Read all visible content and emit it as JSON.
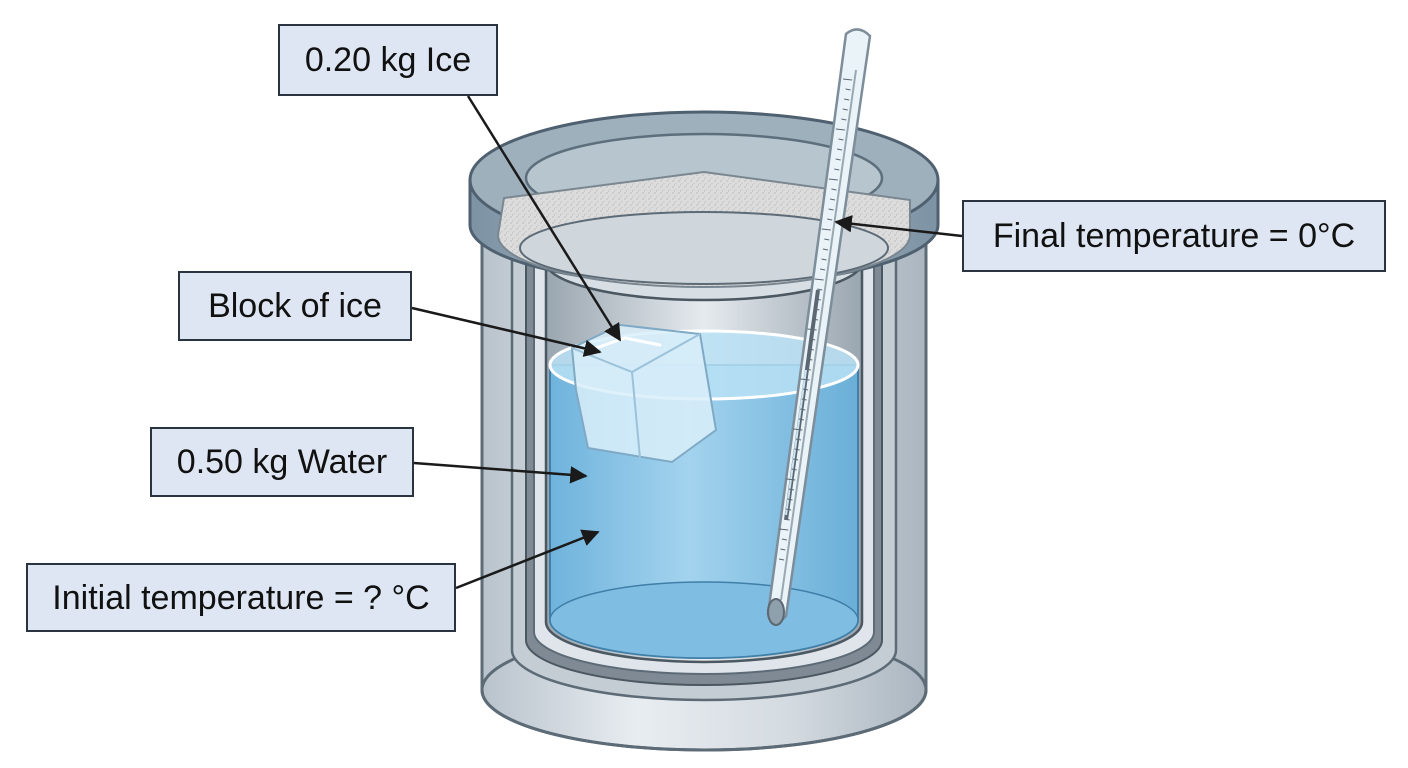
{
  "labels": {
    "ice_mass": "0.20 kg Ice",
    "block_of_ice": "Block of ice",
    "water_mass": "0.50 kg Water",
    "initial_temperature": "Initial temperature = ? °C",
    "final_temperature": "Final temperature = 0°C"
  },
  "colors": {
    "label_fill": "#dde6f2",
    "label_border": "#2a3440",
    "water": "#8cc6e6",
    "container": "#cfd6dc",
    "lid": "#8fa3b2",
    "insulation": "#d6d6d6"
  }
}
